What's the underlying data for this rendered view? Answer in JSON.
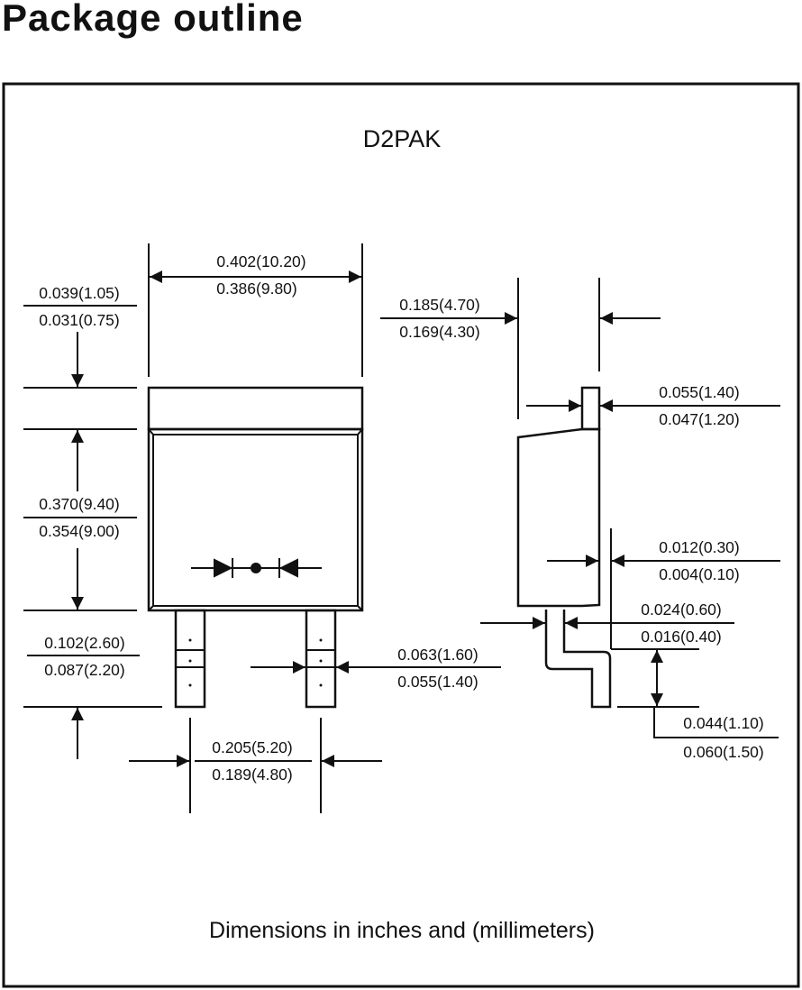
{
  "title": "Package outline",
  "package_name": "D2PAK",
  "footer": "Dimensions in inches and (millimeters)",
  "dims": {
    "body_width_max": "0.402(10.20)",
    "body_width_min": "0.386(9.80)",
    "tab_height_max": "0.039(1.05)",
    "tab_height_min": "0.031(0.75)",
    "body_length_max": "0.370(9.40)",
    "body_length_min": "0.354(9.00)",
    "lead_length_max": "0.102(2.60)",
    "lead_length_min": "0.087(2.20)",
    "lead_pitch_max": "0.205(5.20)",
    "lead_pitch_min": "0.189(4.80)",
    "lead_width_max": "0.063(1.60)",
    "lead_width_min": "0.055(1.40)",
    "overall_height_max": "0.185(4.70)",
    "overall_height_min": "0.169(4.30)",
    "tab_thickness_max": "0.055(1.40)",
    "tab_thickness_min": "0.047(1.20)",
    "standoff_max": "0.012(0.30)",
    "standoff_min": "0.004(0.10)",
    "lead_thickness_max": "0.024(0.60)",
    "lead_thickness_min": "0.016(0.40)",
    "foot_length_a": "0.044(1.10)",
    "foot_length_b": "0.060(1.50)"
  }
}
